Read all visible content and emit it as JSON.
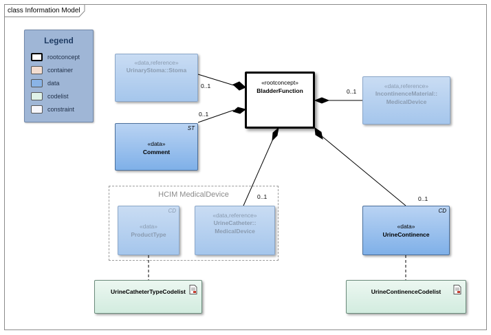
{
  "diagram": {
    "title": "class Information Model",
    "package_title": "HCIM MedicalDevice"
  },
  "legend": {
    "title": "Legend",
    "items": [
      {
        "label": "rootconcept",
        "color": "#ffffff"
      },
      {
        "label": "container",
        "color": "#f3ddd0"
      },
      {
        "label": "data",
        "color": "#8ab4e6"
      },
      {
        "label": "codelist",
        "color": "#dff2e8"
      },
      {
        "label": "constraint",
        "color": "#f6f6fb"
      }
    ]
  },
  "classes": {
    "stoma": {
      "stereotype": "«data,reference»",
      "name": "UrinaryStoma::Stoma"
    },
    "comment": {
      "stereotype": "«data»",
      "name": "Comment",
      "tag": "ST"
    },
    "bladder": {
      "stereotype": "«rootconcept»",
      "name": "BladderFunction"
    },
    "incontinence": {
      "stereotype": "«data,reference»",
      "name_line1": "IncontinenceMaterial::",
      "name_line2": "MedicalDevice"
    },
    "producttype": {
      "stereotype": "«data»",
      "name": "ProductType",
      "tag": "CD"
    },
    "catheter": {
      "stereotype": "«data,reference»",
      "name_line1": "UrineCatheter::",
      "name_line2": "MedicalDevice"
    },
    "continence": {
      "stereotype": "«data»",
      "name": "UrineContinence",
      "tag": "CD"
    },
    "catheter_codelist": {
      "name": "UrineCatheterTypeCodelist"
    },
    "continence_codelist": {
      "name": "UrineContinenceCodelist"
    }
  },
  "multiplicities": {
    "stoma": "0..1",
    "comment": "0..1",
    "incontinence": "0..1",
    "catheter": "0..1",
    "continence": "0..1"
  },
  "colors": {
    "data": "#8ab4e6",
    "codelist": "#dff2e8",
    "rootconcept_border": "#000000"
  }
}
